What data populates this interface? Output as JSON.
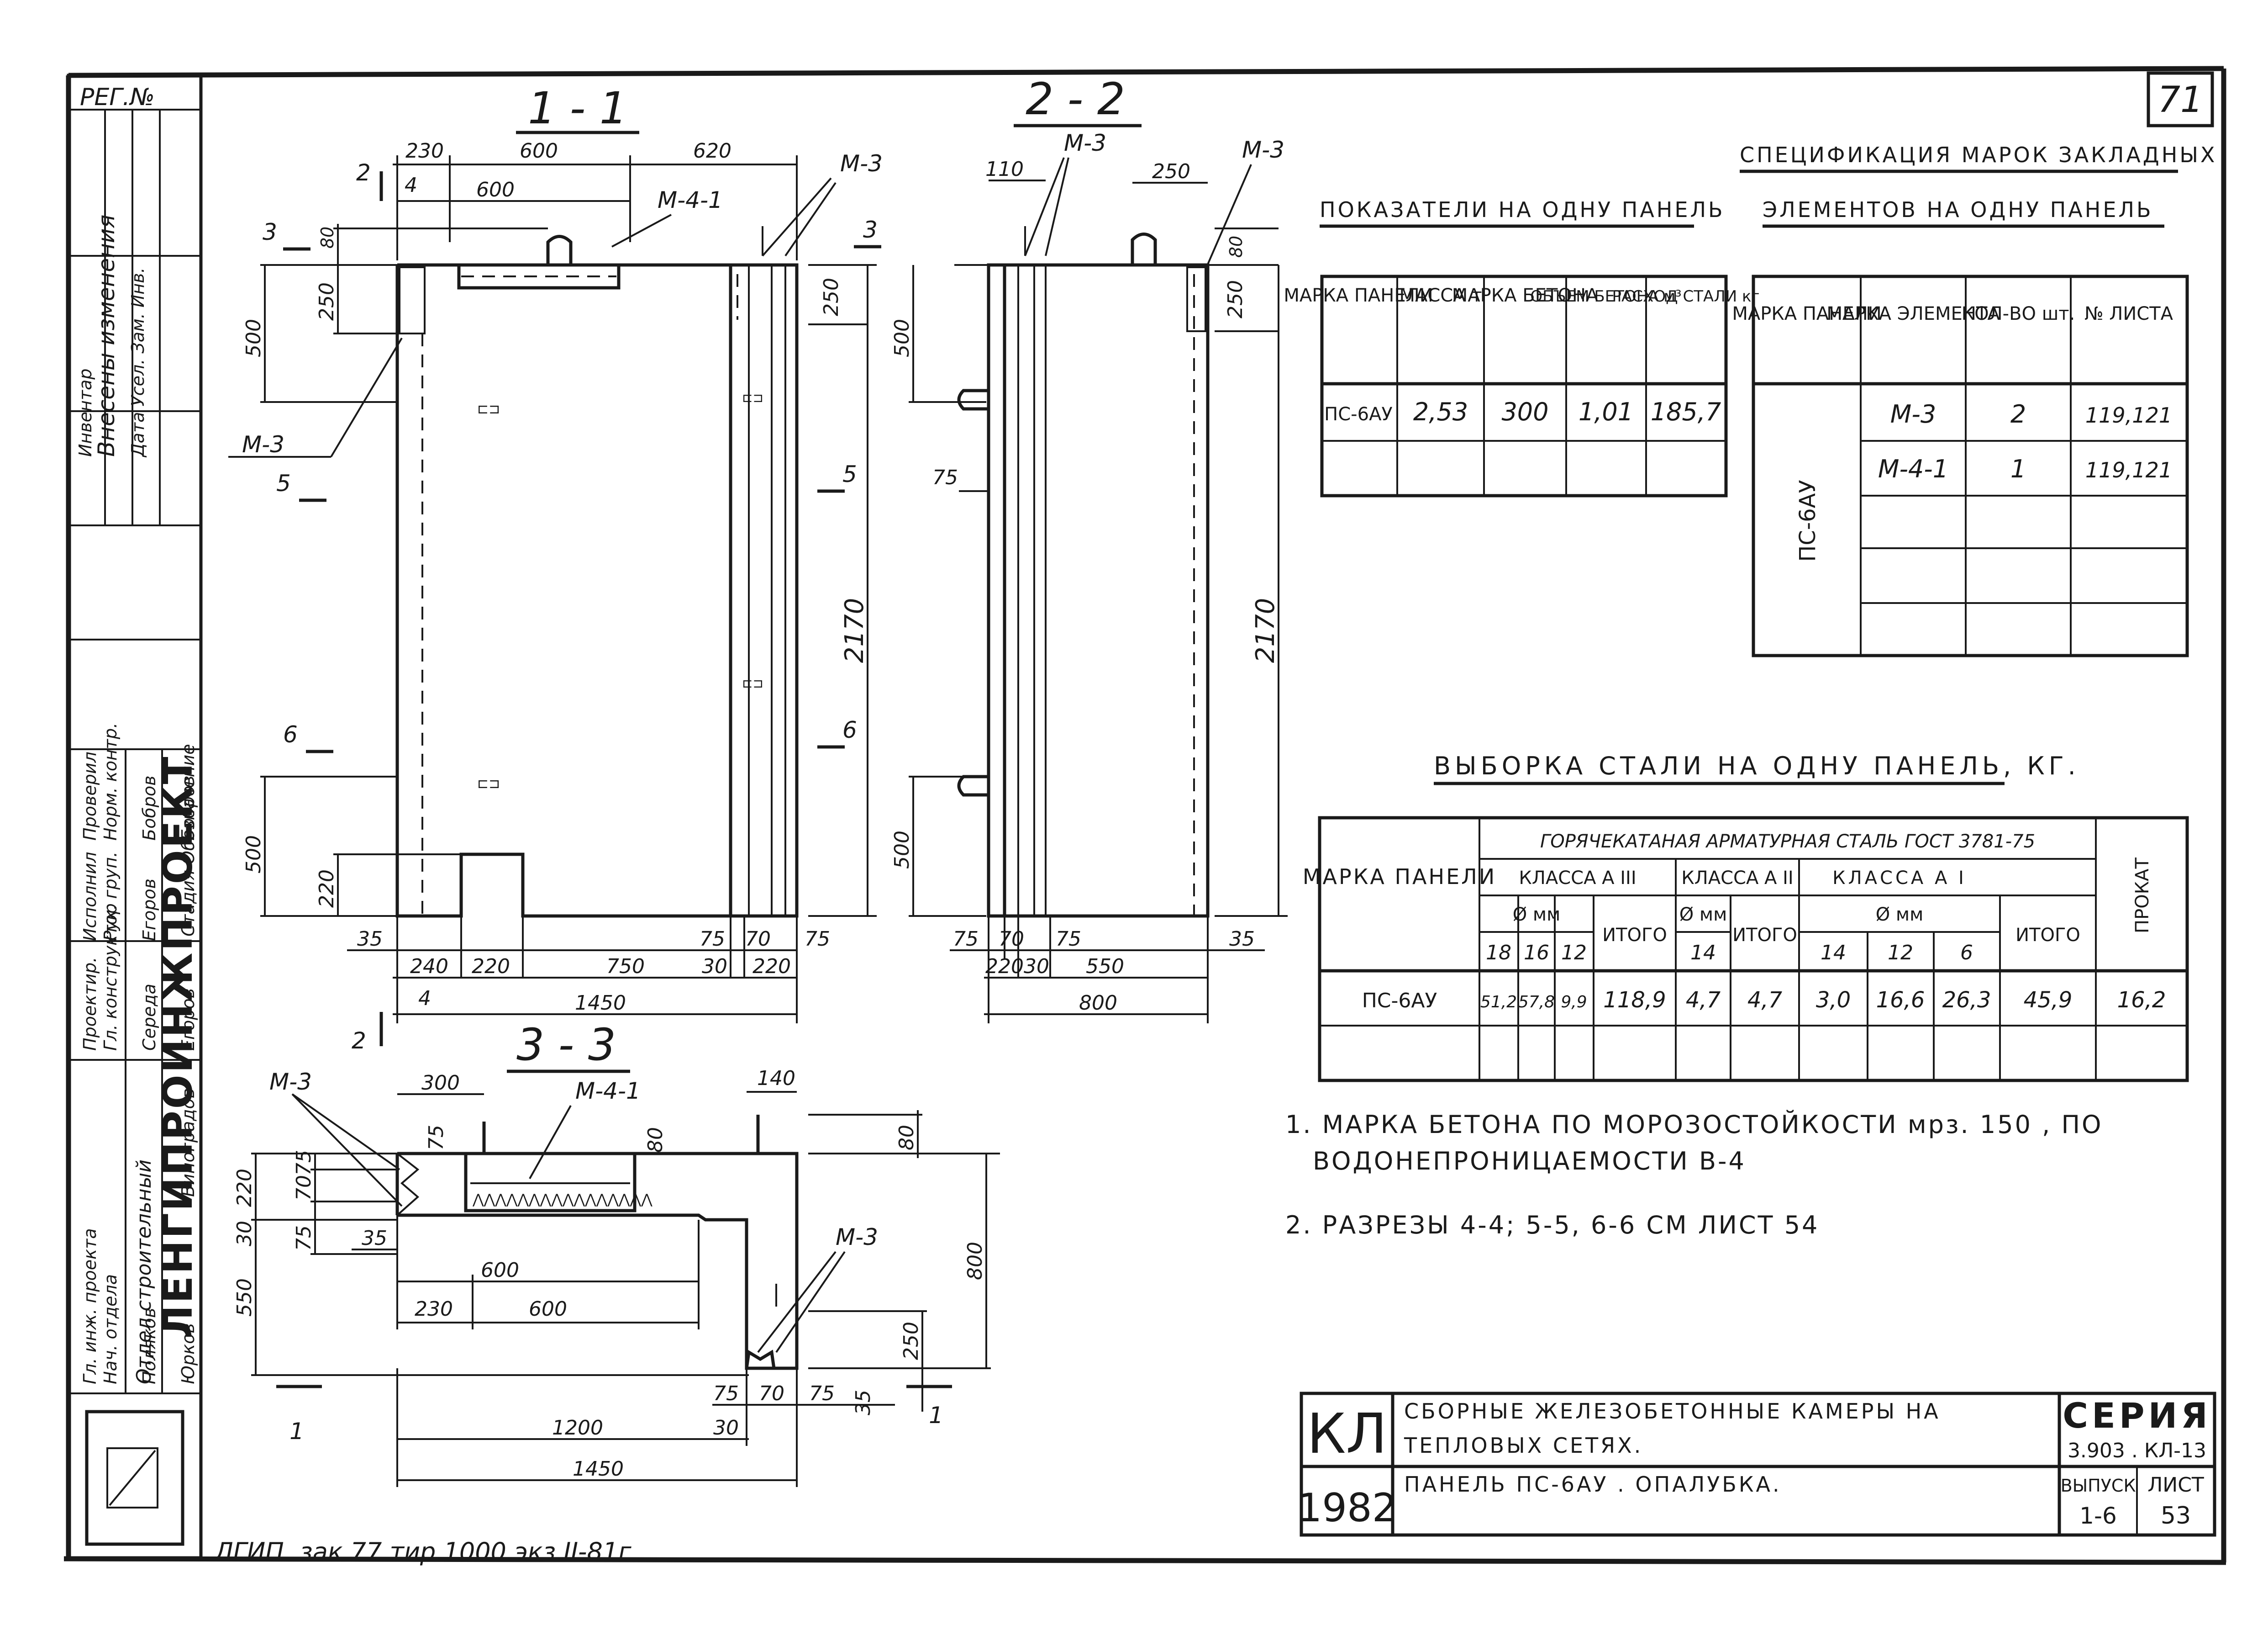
{
  "page_number": "71",
  "reg_no": "РЕГ.№",
  "sections": {
    "s11": "1 - 1",
    "s22": "2 - 2",
    "s33": "3 - 3"
  },
  "marks": {
    "m3": "М-3",
    "m41": "М-4-1"
  },
  "cut_marks": {
    "c2": "2",
    "c3": "3",
    "c4": "4",
    "c5": "5",
    "c6": "6",
    "c1": "1"
  },
  "dims_11": {
    "d230": "230",
    "d600a": "600",
    "d620": "620",
    "d600b": "600",
    "d80": "80",
    "d250a": "250",
    "d500a": "500",
    "d250b": "250",
    "d2170": "2170",
    "d500b": "500",
    "d220": "220",
    "d35": "35",
    "d75a": "75",
    "d70": "70",
    "d75b": "75",
    "d240": "240",
    "d220b": "220",
    "d750": "750",
    "d30": "30",
    "d220c": "220",
    "d1450": "1450"
  },
  "dims_22": {
    "d110": "110",
    "d250": "250",
    "d80": "80",
    "d250b": "250",
    "d500a": "500",
    "d75": "75",
    "d2170": "2170",
    "d500b": "500",
    "d75a": "75",
    "d70": "70",
    "d75b": "75",
    "d35": "35",
    "d220": "220",
    "d30": "30",
    "d550": "550",
    "d800": "800"
  },
  "dims_33": {
    "d300": "300",
    "d140": "140",
    "d75a": "75",
    "d80a": "80",
    "d80b": "80",
    "d75b": "75",
    "d70": "70",
    "d220": "220",
    "d30": "30",
    "d75c": "75",
    "d35": "35",
    "d600a": "600",
    "d550": "550",
    "d230": "230",
    "d600b": "600",
    "d800": "800",
    "d250": "250",
    "d75d": "75",
    "d70b": "70",
    "d75e": "75",
    "d35b": "35",
    "d30b": "30",
    "d1200": "1200",
    "d1450": "1450"
  },
  "indicators": {
    "title": "ПОКАЗАТЕЛИ НА ОДНУ ПАНЕЛЬ",
    "headers": [
      "МАРКА ПАНЕЛИ",
      "МАССА т",
      "МАРКА БЕТОНА",
      "ОБЪЕМ БЕТОНА м³",
      "РАСХОД СТАЛИ кг"
    ],
    "rows": [
      [
        "ПС-6АУ",
        "2,53",
        "300",
        "1,01",
        "185,7"
      ]
    ]
  },
  "spec": {
    "title1": "СПЕЦИФИКАЦИЯ МАРОК ЗАКЛАДНЫХ",
    "title2": "ЭЛЕМЕНТОВ НА ОДНУ ПАНЕЛЬ",
    "headers": [
      "МАРКА ПАНЕЛИ",
      "МАРКА ЭЛЕМЕНТА",
      "КОЛ-ВО шт.",
      "№ ЛИСТА"
    ],
    "panel": "ПС-6АУ",
    "rows": [
      [
        "М-3",
        "2",
        "119,121"
      ],
      [
        "М-4-1",
        "1",
        "119,121"
      ]
    ]
  },
  "steel": {
    "title": "ВЫБОРКА СТАЛИ НА ОДНУ ПАНЕЛЬ, КГ.",
    "h_panel": "МАРКА ПАНЕЛИ",
    "h_group": "ГОРЯЧЕКАТАНАЯ АРМАТУРНАЯ СТАЛЬ ГОСТ 3781-75",
    "h_cls3": "КЛАССА А III",
    "h_cls2": "КЛАССА А II",
    "h_cls1": "КЛАССА А I",
    "h_dia": "Ø мм",
    "h_total": "ИТОГО",
    "h_prokat": "ПРОКАТ",
    "d3": [
      "18",
      "16",
      "12"
    ],
    "d2": [
      "14"
    ],
    "d1": [
      "14",
      "12",
      "6"
    ],
    "row": {
      "panel": "ПС-6АУ",
      "v18": "51,2",
      "v16": "57,8",
      "v12": "9,9",
      "t3": "118,9",
      "v14": "4,7",
      "t2": "4,7",
      "w14": "3,0",
      "w12": "16,6",
      "w6": "26,3",
      "t1": "45,9",
      "prokat": "16,2"
    }
  },
  "notes": {
    "n1a": "1. МАРКА БЕТОНА ПО МОРОЗОСТОЙКОСТИ мрз. 150 , ПО",
    "n1b": "ВОДОНЕПРОНИЦАЕМОСТИ В-4",
    "n2": "2. РАЗРЕЗЫ 4-4; 5-5, 6-6 СМ ЛИСТ 54"
  },
  "title_block": {
    "kl": "КЛ",
    "year": "1982",
    "name1": "СБОРНЫЕ ЖЕЛЕЗОБЕТОННЫЕ КАМЕРЫ НА",
    "name2": "ТЕПЛОВЫХ СЕТЯХ.",
    "name3": "ПАНЕЛЬ ПС-6АУ . ОПАЛУБКА.",
    "series_label": "СЕРИЯ",
    "series_value": "3.903 . КЛ-13",
    "issue_label": "ВЫПУСК",
    "issue_value": "1-6",
    "sheet_label": "ЛИСТ",
    "sheet_value": "53"
  },
  "left_block": {
    "org": "ЛЕНГИПРОИНЖПРОЕКТ",
    "changes": "Внесены изменения",
    "inventory": "Инвентар",
    "date_sign": "Дата Усел. Зам. Инв.",
    "original": "Отдел строительный",
    "roles": [
      "Гл. конструктор",
      "Рук. груп.",
      "Норм. контр.",
      "Проектир.",
      "Исполнил",
      "Проверил",
      "Нач. отдела",
      "Гл. инж. проекта"
    ],
    "names": [
      "Середа",
      "Егоров",
      "Бобров",
      "Егоров",
      "Бобров",
      "Поляков",
      "Юрков",
      "Виноградов"
    ],
    "stage": "Стадия Обозначение"
  },
  "footer": "ЛГИП. зак 77 тир 1000 экз II-81г"
}
